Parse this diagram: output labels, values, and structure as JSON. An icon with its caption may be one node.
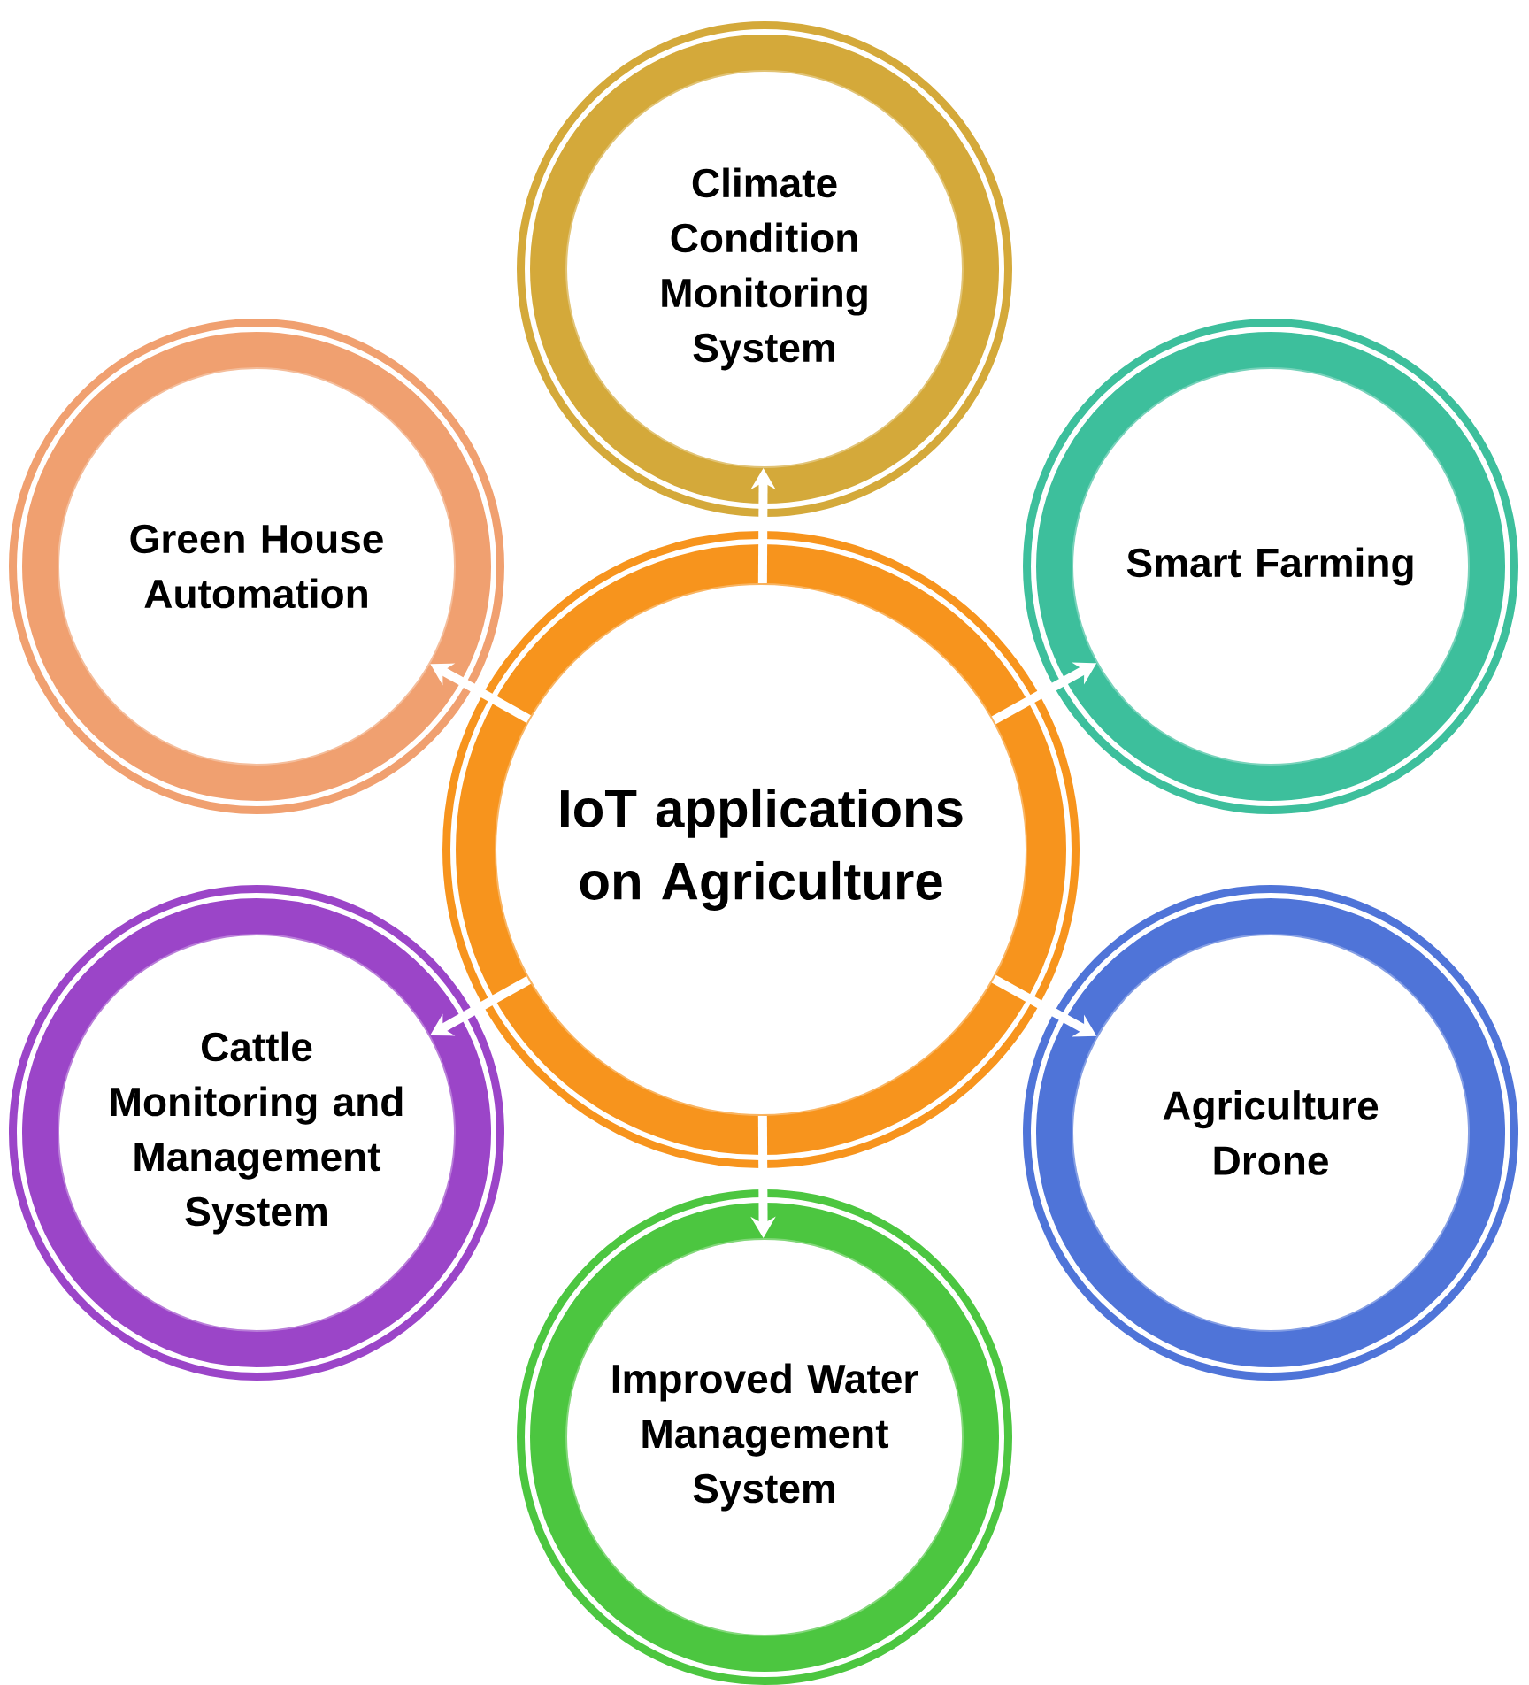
{
  "diagram": {
    "nodes": [
      {
        "text": [
          "IoT applications on Agriculture"
        ]
      },
      {
        "text": [
          "Climate Condition Monitoring System"
        ]
      },
      {
        "text": [
          "Smart Farming"
        ]
      },
      {
        "text": [
          "Agriculture Drone"
        ]
      },
      {
        "text": [
          "Improved Water Management System"
        ]
      },
      {
        "text": [
          "Cattle Monitoring and Management System"
        ]
      },
      {
        "text": [
          "Green House Automation"
        ]
      }
    ],
    "edges": [
      {
        "from": 0,
        "to": 1,
        "arrow": "to"
      },
      {
        "from": 0,
        "to": 2,
        "arrow": "to"
      },
      {
        "from": 0,
        "to": 3,
        "arrow": "to"
      },
      {
        "from": 0,
        "to": 4,
        "arrow": "to"
      },
      {
        "from": 0,
        "to": 5,
        "arrow": "to"
      },
      {
        "from": 0,
        "to": 6,
        "arrow": "to"
      }
    ]
  }
}
